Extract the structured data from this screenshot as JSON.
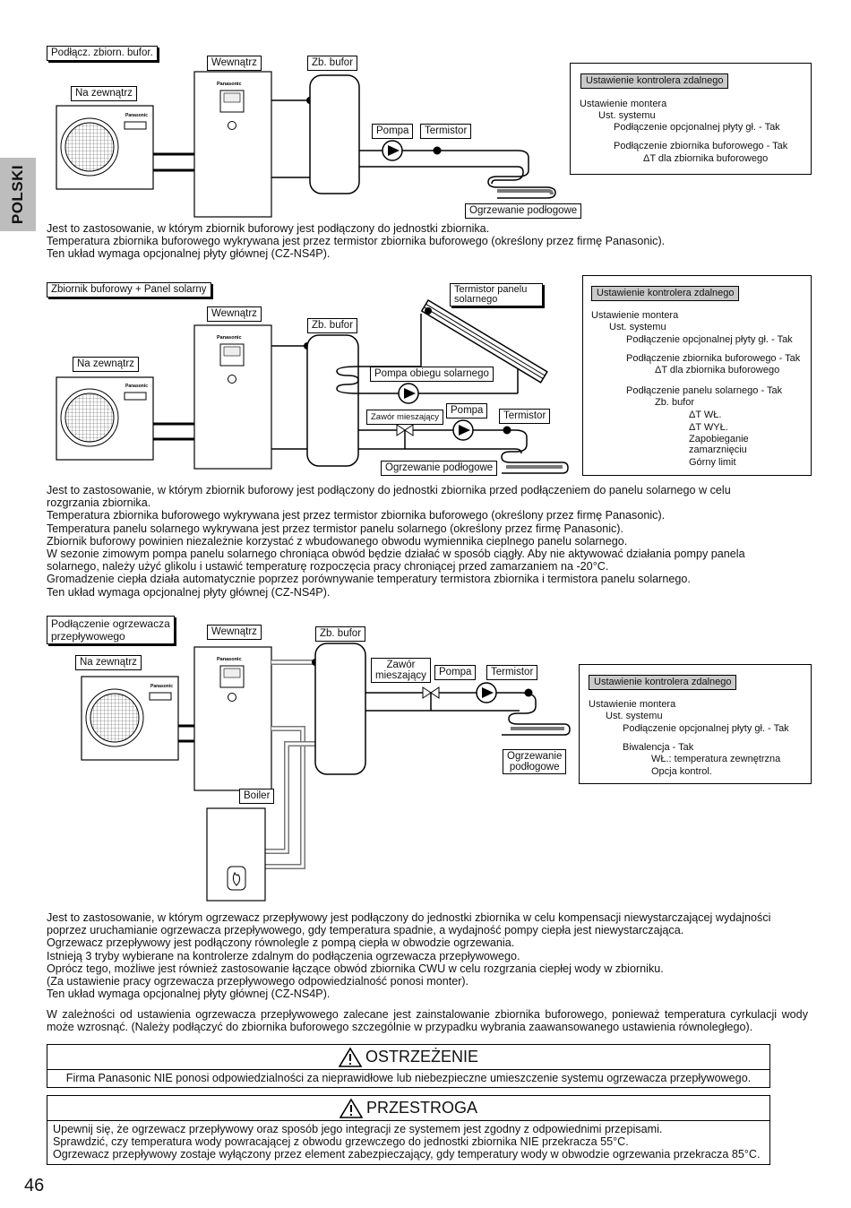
{
  "side_tab": "POLSKI",
  "page_number": "46",
  "diagram1": {
    "title": "Podłącz. zbiorn. bufor.",
    "indoor": "Wewnątrz",
    "outdoor": "Na zewnątrz",
    "buffer": "Zb. bufor",
    "pump": "Pompa",
    "thermistor": "Termistor",
    "floor": "Ogrzewanie podłogowe",
    "brand": "Panasonic",
    "settings_head": "Ustawienie kontrolera zdalnego",
    "settings": [
      "Ustawienie montera",
      "Ust. systemu",
      "Podłączenie opcjonalnej płyty gł. - Tak",
      "Podłączenie zbiornika buforowego - Tak",
      "ΔT dla zbiornika buforowego"
    ],
    "text": [
      "Jest to zastosowanie, w którym zbiornik buforowy jest podłączony do jednostki zbiornika.",
      "Temperatura zbiornika buforowego wykrywana jest przez termistor zbiornika buforowego (określony przez firmę Panasonic).",
      "Ten układ wymaga opcjonalnej płyty głównej (CZ-NS4P)."
    ]
  },
  "diagram2": {
    "title": "Zbiornik buforowy + Panel solarny",
    "indoor": "Wewnątrz",
    "outdoor": "Na zewnątrz",
    "buffer": "Zb. bufor",
    "solar_thermistor": "Termistor panelu solarnego",
    "solar_pump": "Pompa obiegu solarnego",
    "mixing_valve": "Zawór mieszający",
    "pump": "Pompa",
    "thermistor": "Termistor",
    "floor": "Ogrzewanie podłogowe",
    "brand": "Panasonic",
    "settings_head": "Ustawienie kontrolera zdalnego",
    "settings": [
      "Ustawienie montera",
      "Ust. systemu",
      "Podłączenie opcjonalnej płyty gł. - Tak",
      "Podłączenie zbiornika buforowego - Tak",
      "ΔT dla zbiornika buforowego",
      "Podłączenie panelu solarnego - Tak",
      "Zb. bufor",
      "ΔT WŁ.",
      "ΔT WYŁ.",
      "Zapobieganie",
      "zamarznięciu",
      "Górny limit"
    ],
    "text": [
      "Jest to zastosowanie, w którym zbiornik buforowy jest podłączony do jednostki zbiornika przed podłączeniem do panelu solarnego w celu",
      "rozgrzania zbiornika.",
      "Temperatura zbiornika buforowego wykrywana jest przez termistor zbiornika buforowego (określony przez firmę Panasonic).",
      "Temperatura panelu solarnego wykrywana jest przez termistor panelu solarnego (określony przez firmę Panasonic).",
      "Zbiornik buforowy powinien niezależnie korzystać z wbudowanego obwodu wymiennika cieplnego panelu solarnego.",
      "W sezonie zimowym pompa panelu solarnego chroniąca obwód będzie działać w sposób ciągły. Aby nie aktywować działania pompy panela",
      "solarnego, należy użyć glikolu i ustawić temperaturę rozpoczęcia pracy chroniącej przed zamarzaniem na -20°C.",
      "Gromadzenie ciepła działa automatycznie poprzez porównywanie temperatury termistora zbiornika i termistora panelu solarnego.",
      "Ten układ wymaga opcjonalnej płyty głównej (CZ-NS4P)."
    ]
  },
  "diagram3": {
    "title_1": "Podłączenie ogrzewacza",
    "title_2": "przepływowego",
    "indoor": "Wewnątrz",
    "outdoor": "Na zewnątrz",
    "buffer": "Zb. bufor",
    "valve_1": "Zawór",
    "valve_2": "mieszający",
    "pump": "Pompa",
    "thermistor": "Termistor",
    "floor_1": "Ogrzewanie",
    "floor_2": "podłogowe",
    "boiler": "Boiler",
    "brand": "Panasonic",
    "settings_head": "Ustawienie kontrolera zdalnego",
    "settings": [
      "Ustawienie montera",
      "Ust. systemu",
      "Podłączenie opcjonalnej płyty gł. - Tak",
      "Biwalencja - Tak",
      "WŁ.: temperatura zewnętrzna",
      "Opcja kontrol."
    ],
    "text": [
      "Jest to zastosowanie, w którym ogrzewacz przepływowy jest podłączony do jednostki zbiornika w celu kompensacji niewystarczającej wydajności",
      "poprzez uruchamianie ogrzewacza przepływowego, gdy temperatura spadnie, a wydajność pompy ciepła jest niewystarczająca.",
      "Ogrzewacz przepływowy jest podłączony równolegle z pompą ciepła w obwodzie ogrzewania.",
      "Istnieją 3 tryby wybierane na kontrolerze zdalnym do podłączenia ogrzewacza przepływowego.",
      "Oprócz tego, możliwe jest również zastosowanie łączące obwód zbiornika CWU w celu rozgrzania ciepłej wody w zbiorniku.",
      "(Za ustawienie pracy ogrzewacza przepływowego odpowiedzialność ponosi monter).",
      "Ten układ wymaga opcjonalnej płyty głównej (CZ-NS4P)."
    ],
    "text2": "W zależności od ustawienia ogrzewacza przepływowego zalecane jest zainstalowanie zbiornika buforowego, ponieważ temperatura cyrkulacji wody może wzrosnąć. (Należy podłączyć do zbiornika buforowego szczególnie w przypadku wybrania zaawansowanego ustawienia równoległego)."
  },
  "warning": {
    "title": "OSTRZEŻENIE",
    "text": "Firma Panasonic NIE ponosi odpowiedzialności za nieprawidłowe lub niebezpieczne umieszczenie systemu ogrzewacza przepływowego."
  },
  "caution": {
    "title": "PRZESTROGA",
    "lines": [
      "Upewnij się, że ogrzewacz przepływowy oraz sposób jego integracji ze systemem jest zgodny z odpowiednimi przepisami.",
      "Sprawdzić, czy temperatura wody powracającej z obwodu grzewczego do jednostki zbiornika NIE przekracza 55°C.",
      "Ogrzewacz przepływowy zostaje wyłączony przez element zabezpieczający, gdy temperatury wody w obwodzie ogrzewania przekracza 85°C."
    ]
  }
}
